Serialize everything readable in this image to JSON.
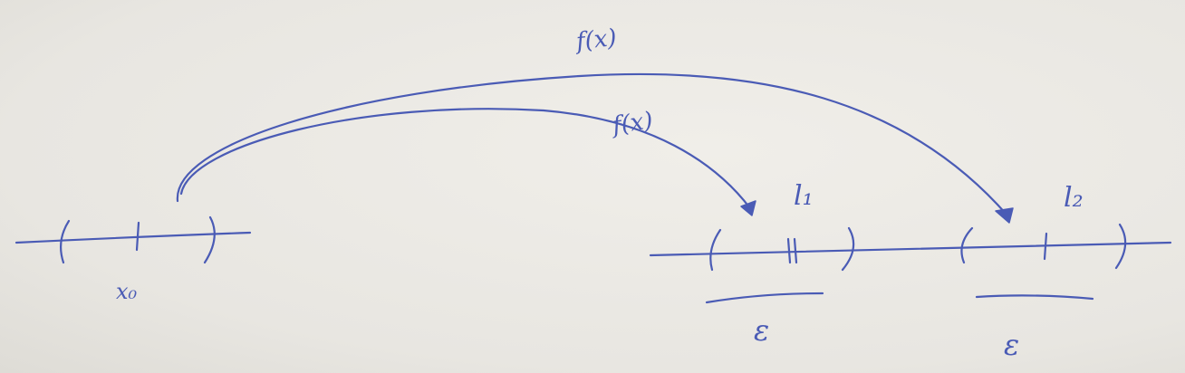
{
  "labels": {
    "f_upper": "f(x)",
    "f_lower": "f(x)",
    "x0": "x₀",
    "l1": "l₁",
    "l2": "l₂",
    "eps_1": "ε",
    "eps_2": "ε"
  }
}
